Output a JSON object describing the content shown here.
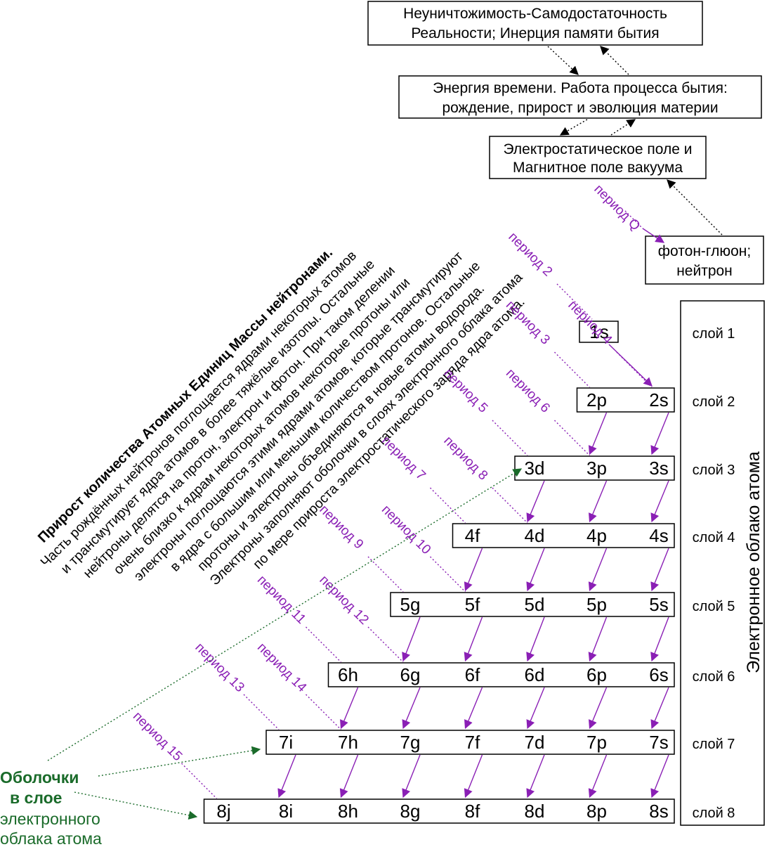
{
  "top_boxes": {
    "reality": [
      "Неуничтожимость-Самодостаточность",
      "Реальности; Инерция памяти бытия"
    ],
    "energy": [
      "Энергия времени. Работа процесса бытия:",
      "рождение, прирост и эволюция материи"
    ],
    "field": [
      "Электростатическое поле и",
      "Магнитное поле вакуума"
    ],
    "photon": [
      "фотон-глюон;",
      "нейтрон"
    ]
  },
  "period_q": "период Q",
  "orbitals": [
    [
      "1s"
    ],
    [
      "2p",
      "2s"
    ],
    [
      "3d",
      "3p",
      "3s"
    ],
    [
      "4f",
      "4d",
      "4p",
      "4s"
    ],
    [
      "5g",
      "5f",
      "5d",
      "5p",
      "5s"
    ],
    [
      "6h",
      "6g",
      "6f",
      "6d",
      "6p",
      "6s"
    ],
    [
      "7i",
      "7h",
      "7g",
      "7f",
      "7d",
      "7p",
      "7s"
    ],
    [
      "8j",
      "8i",
      "8h",
      "8g",
      "8f",
      "8d",
      "8p",
      "8s"
    ]
  ],
  "layers": [
    "слой 1",
    "слой 2",
    "слой 3",
    "слой 4",
    "слой 5",
    "слой 6",
    "слой 7",
    "слой 8"
  ],
  "cloud_label": "Электронное облако атома",
  "periods": [
    "период 2",
    "период 3",
    "период 4",
    "период 5",
    "период 6",
    "период 7",
    "период 8",
    "период 9",
    "период 10",
    "период 11",
    "период 12",
    "период 13",
    "период 14",
    "период 15"
  ],
  "paragraph": {
    "title": "Прирост количества Атомных Единиц Массы нейтронами.",
    "lines": [
      "Часть рождённых нейтронов поглощается ядрами некоторых атомов",
      "и трансмутирует ядра атомов в более тяжёлые изотопы. Остальные",
      "нейтроны делятся на протон, электрон и фотон. При таком делении",
      "очень близко к ядрам некоторых атомов некоторые протоны или",
      "электроны поглощаются этими ядрами атомов, которые трансмутируют",
      "в ядра с большим или меньшим количеством протонов. Остальные",
      "протоны и электроны объединяются в новые атомы водорода.",
      "Электроны заполняют  оболочки в слоях электронного облака атома",
      "по мере прироста электростатического заряда ядра атома."
    ]
  },
  "shells_label": [
    "Оболочки",
    "в слое",
    "электронного",
    "облака атома"
  ],
  "colors": {
    "purple": "#8a1fb5",
    "green": "#1a6b2a",
    "black": "#000000"
  }
}
